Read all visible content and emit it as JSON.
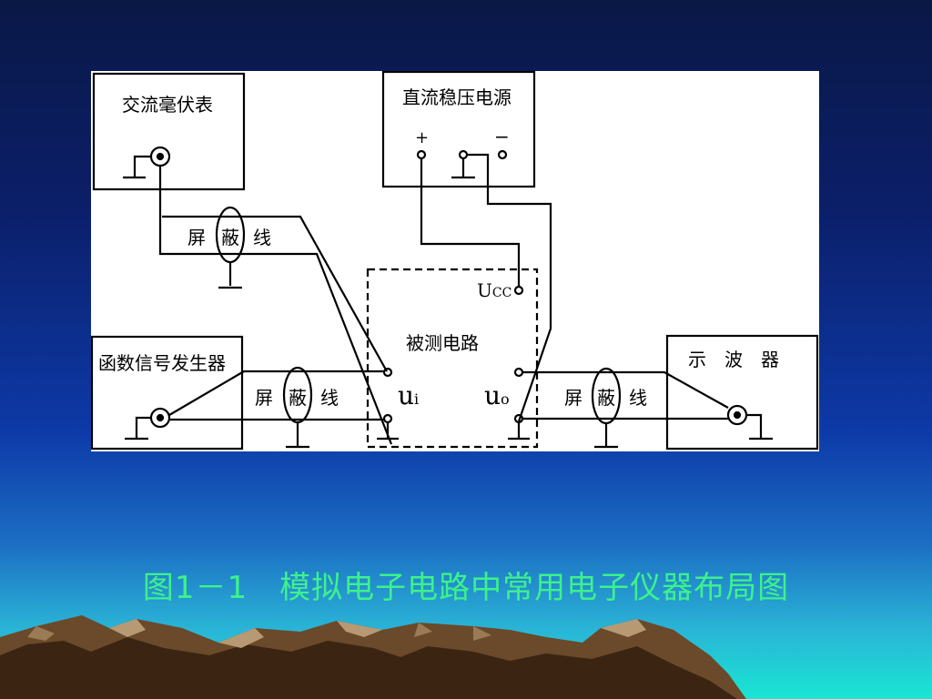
{
  "instruments": {
    "ac_millivoltmeter": "交流毫伏表",
    "dc_power_supply": "直流稳压电源",
    "function_generator": "函数信号发生器",
    "oscilloscope": "示　波　器",
    "circuit_under_test": "被测电路"
  },
  "shielded_cable": {
    "left_char": "屏",
    "mid_char": "蔽",
    "right_char": "线"
  },
  "terminals": {
    "plus": "+",
    "minus": "−",
    "ucc_main": "U",
    "ucc_sub": "CC",
    "ui_main": "u",
    "ui_sub": "i",
    "uo_main": "u",
    "uo_sub": "o"
  },
  "caption": "图1－1　模拟电子电路中常用电子仪器布局图",
  "colors": {
    "caption": "#3df28c",
    "panel": "#ffffff",
    "mountain_dark": "#3b2512",
    "mountain_mid": "#6a4a2a",
    "mountain_light": "#b79a73"
  }
}
